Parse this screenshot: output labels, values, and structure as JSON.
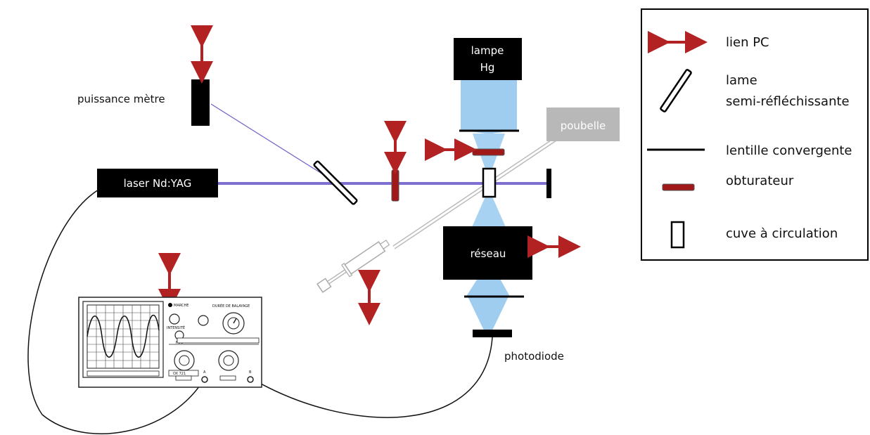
{
  "colors": {
    "arrow": "#b22222",
    "beam_laser": "#7d6fd0",
    "beam_lamp": "#9fcdf0",
    "component": "#000000",
    "shutter": "#a01818",
    "trash": "#b8b8b8"
  },
  "labels": {
    "power_meter": "puissance mètre",
    "laser": "laser Nd:YAG",
    "lamp_line1": "lampe",
    "lamp_line2": "Hg",
    "trash": "poubelle",
    "grating": "réseau",
    "photodiode": "photodiode"
  },
  "legend": {
    "items": [
      {
        "icon": "double-arrow-icon",
        "text": "lien PC"
      },
      {
        "icon": "beam-splitter-icon",
        "text_line1": "lame",
        "text_line2": "semi-réfléchissante"
      },
      {
        "icon": "lens-icon",
        "text": "lentille convergente"
      },
      {
        "icon": "shutter-icon",
        "text": "obturateur"
      },
      {
        "icon": "cuvette-icon",
        "text": "cuve à circulation"
      }
    ]
  },
  "oscilloscope": {
    "marche": "MARCHE",
    "intensite": "INTENSITÉ",
    "foc": "FOC",
    "duree": "DURÉE DE BALAYAGE",
    "model": "OX 721",
    "ch_a": "A",
    "ch_b": "B"
  }
}
